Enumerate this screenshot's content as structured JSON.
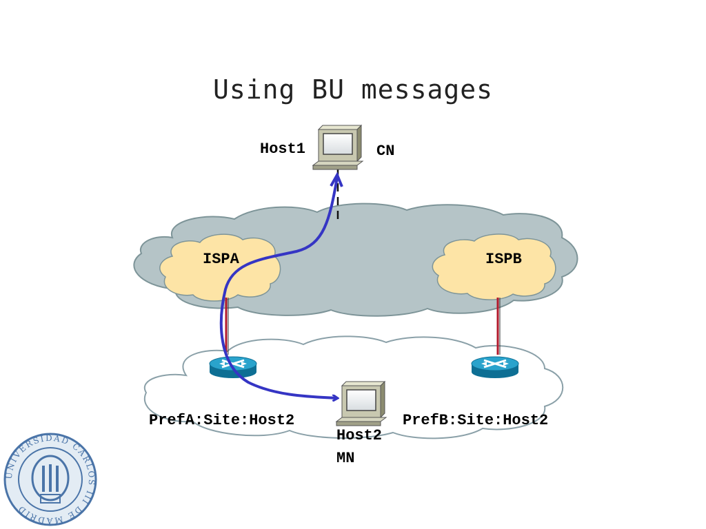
{
  "slide": {
    "title": "Using BU messages"
  },
  "nodes": {
    "host1": {
      "name": "Host1",
      "role": "CN"
    },
    "host2": {
      "name": "Host2",
      "role": "MN"
    },
    "ispa": {
      "name": "ISPA"
    },
    "ispb": {
      "name": "ISPB"
    },
    "prefix_a": "PrefA:Site:Host2",
    "prefix_b": "PrefB:Site:Host2"
  },
  "colors": {
    "internet_cloud": "#b5c4c7",
    "isp_cloud": "#fde4a6",
    "site_cloud": "#ffffff",
    "bu_arrow": "#3535c4",
    "router": "#1a8fb8",
    "link": "#b2182b"
  },
  "logo": {
    "name": "UNIVERSIDAD CARLOS III DE MADRID"
  }
}
